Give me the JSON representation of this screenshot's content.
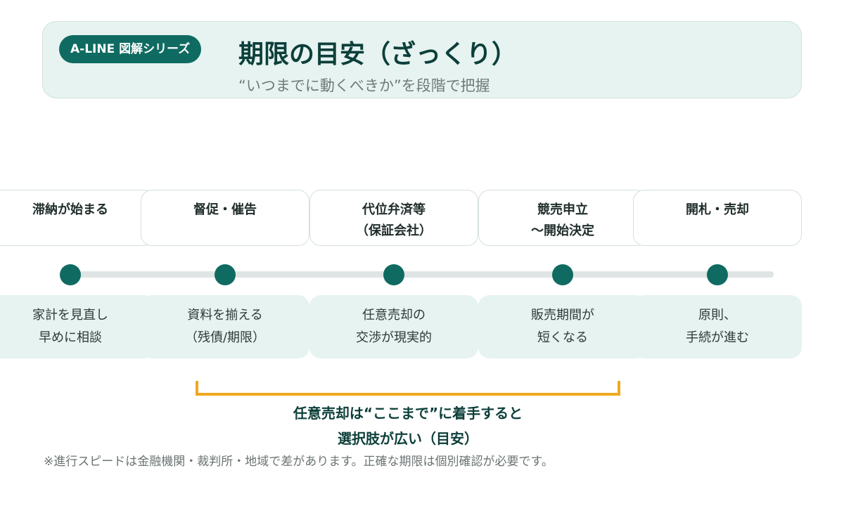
{
  "header": {
    "badge": "A-LINE 図解シリーズ",
    "title": "期限の目安（ざっくり）",
    "subtitle": "“いつまでに動くべきか”を段階で把握"
  },
  "stages": [
    {
      "title_l1": "滞納が始まる",
      "title_l2": "",
      "desc_l1": "家計を見直し",
      "desc_l2": "早めに相談"
    },
    {
      "title_l1": "督促・催告",
      "title_l2": "",
      "desc_l1": "資料を揃える",
      "desc_l2": "（残債/期限）"
    },
    {
      "title_l1": "代位弁済等",
      "title_l2": "（保証会社）",
      "desc_l1": "任意売却の",
      "desc_l2": "交渉が現実的"
    },
    {
      "title_l1": "競売申立",
      "title_l2": "〜開始決定",
      "desc_l1": "販売期間が",
      "desc_l2": "短くなる"
    },
    {
      "title_l1": "開札・売却",
      "title_l2": "",
      "desc_l1": "原則、",
      "desc_l2": "手続が進む"
    }
  ],
  "callout": {
    "line1": "任意売却は“ここまで”に着手すると",
    "line2": "選択肢が広い（目安）"
  },
  "note": "※進行スピードは金融機関・裁判所・地域で差があります。正確な期限は個別確認が必要です。",
  "colors": {
    "primary": "#0f6b61",
    "header_bg": "#e6f3f1",
    "accent_bracket": "#f0a81c",
    "track": "#dfe5e4"
  }
}
